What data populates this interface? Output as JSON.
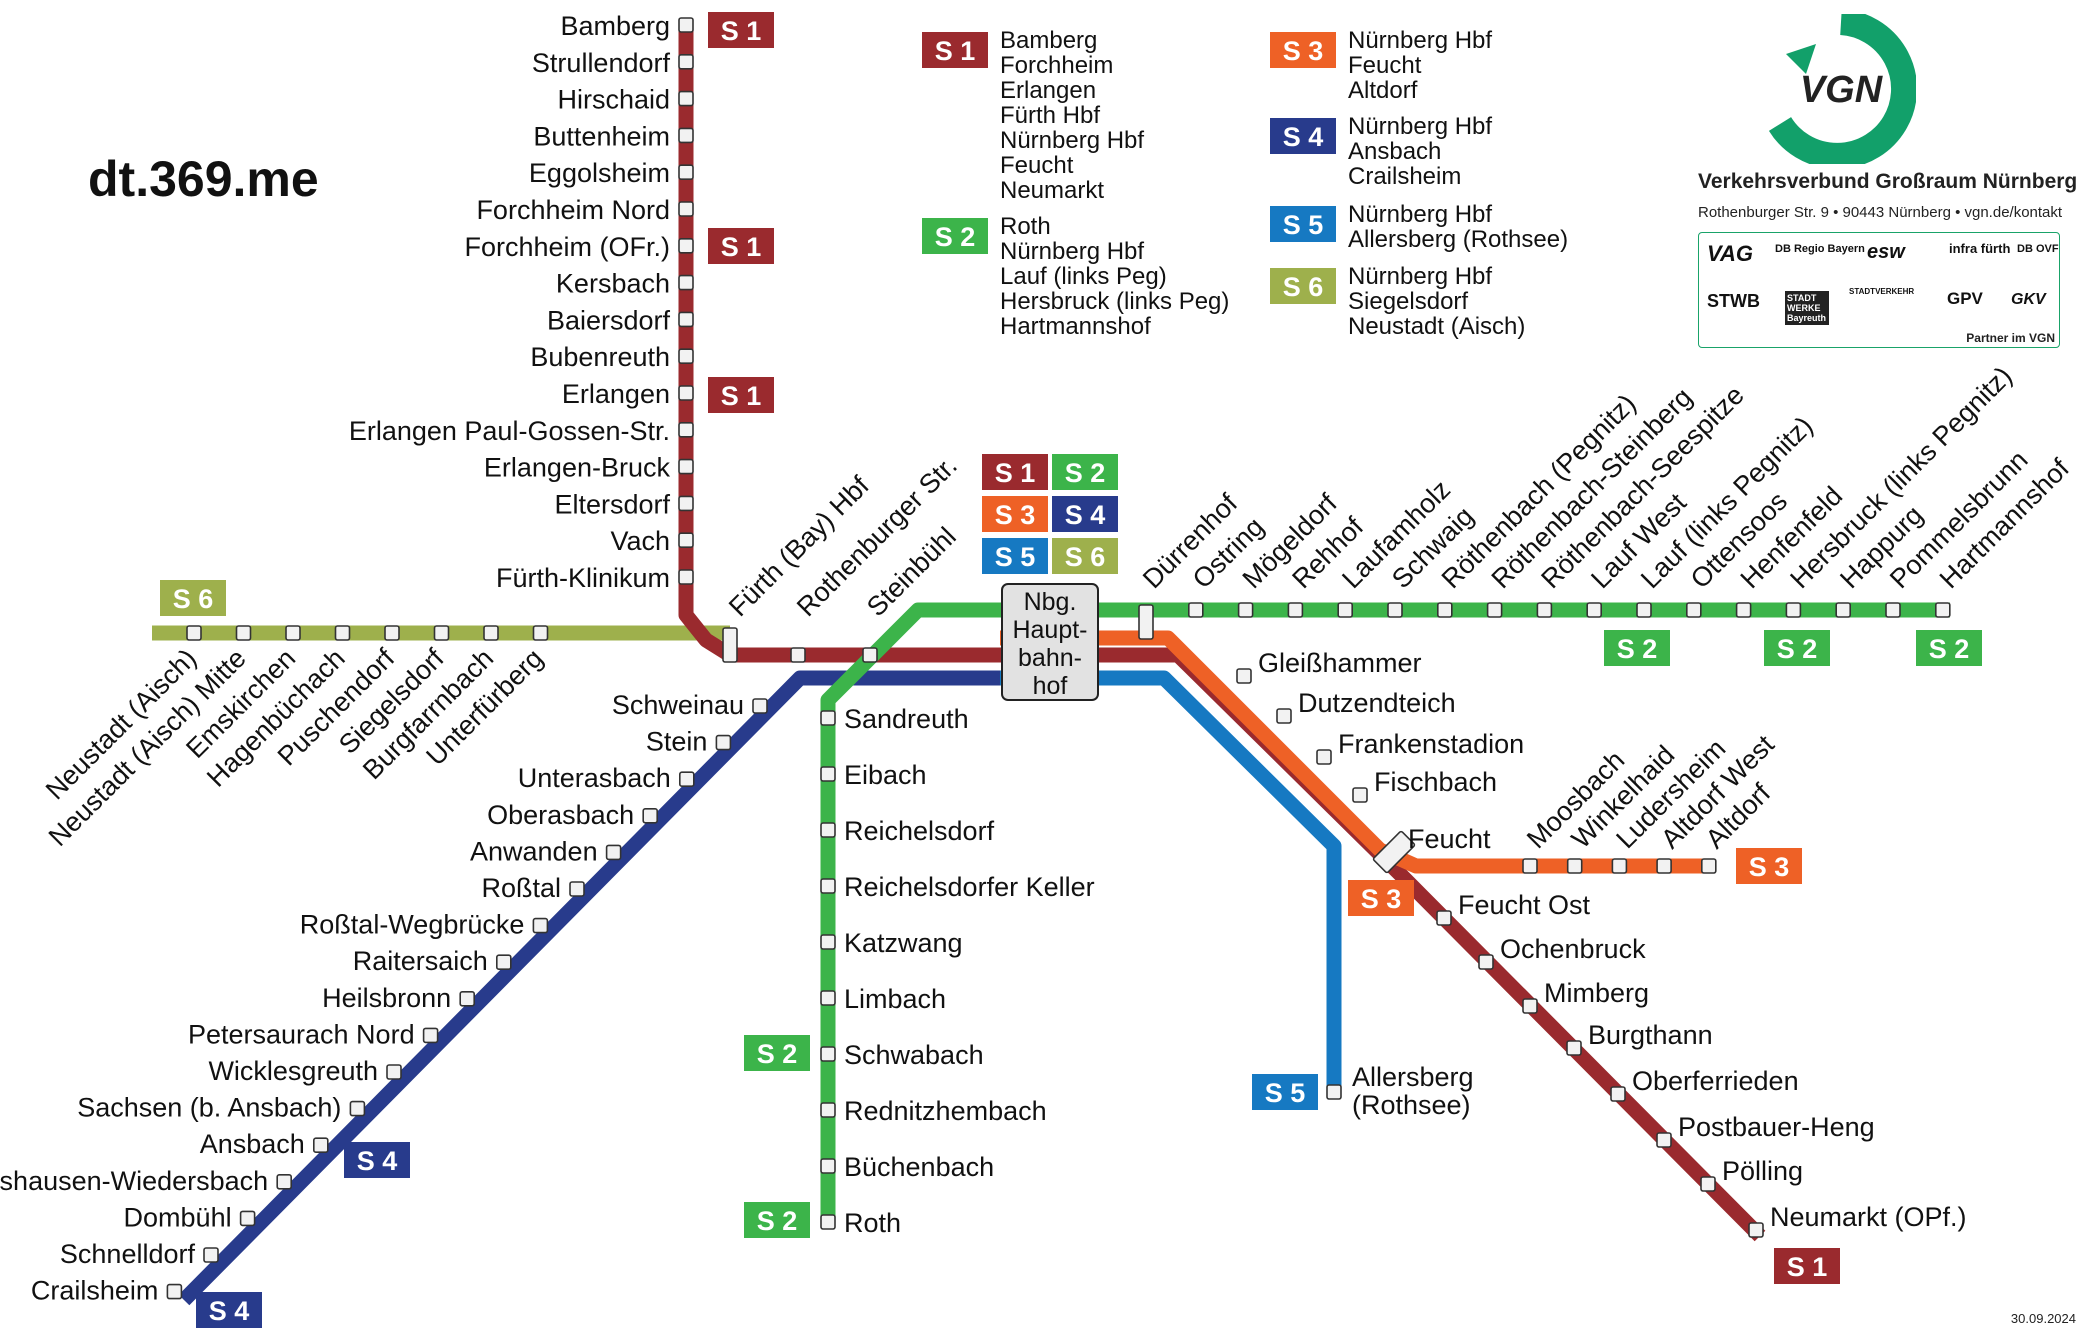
{
  "watermark": "dt.369.me",
  "date": "30.09.2024",
  "colors": {
    "S1": "#9a2a2e",
    "S2": "#3cb44a",
    "S3": "#ee6126",
    "S4": "#283b8c",
    "S5": "#1679c2",
    "S6": "#9eb04c"
  },
  "lines": [
    {
      "id": "S1",
      "label": "S 1",
      "stops": [
        "Bamberg",
        "Forchheim",
        "Erlangen",
        "Fürth Hbf",
        "Nürnberg Hbf",
        "Feucht",
        "Neumarkt"
      ]
    },
    {
      "id": "S2",
      "label": "S 2",
      "stops": [
        "Roth",
        "Nürnberg Hbf",
        "Lauf (links Peg)",
        "Hersbruck (links Peg)",
        "Hartmannshof"
      ]
    },
    {
      "id": "S3",
      "label": "S 3",
      "stops": [
        "Nürnberg Hbf",
        "Feucht",
        "Altdorf"
      ]
    },
    {
      "id": "S4",
      "label": "S 4",
      "stops": [
        "Nürnberg Hbf",
        "Ansbach",
        "Crailsheim"
      ]
    },
    {
      "id": "S5",
      "label": "S 5",
      "stops": [
        "Nürnberg Hbf",
        "Allersberg (Rothsee)"
      ]
    },
    {
      "id": "S6",
      "label": "S 6",
      "stops": [
        "Nürnberg Hbf",
        "Siegelsdorf",
        "Neustadt (Aisch)"
      ]
    }
  ],
  "hub": {
    "lines": [
      "Nbg.",
      "Haupt-",
      "bahn-",
      "hof"
    ]
  },
  "stations": {
    "s1_north": [
      "Bamberg",
      "Strullendorf",
      "Hirschaid",
      "Buttenheim",
      "Eggolsheim",
      "Forchheim Nord",
      "Forchheim (OFr.)",
      "Kersbach",
      "Baiersdorf",
      "Bubenreuth",
      "Erlangen",
      "Erlangen Paul-Gossen-Str.",
      "Erlangen-Bruck",
      "Eltersdorf",
      "Vach",
      "Fürth-Klinikum"
    ],
    "central": [
      "Fürth (Bay) Hbf",
      "Rothenburger Str.",
      "Steinbühl"
    ],
    "s6_west": [
      "Neustadt (Aisch)",
      "Neustadt (Aisch) Mitte",
      "Emskirchen",
      "Hagenbüchach",
      "Puschendorf",
      "Siegelsdorf",
      "Burgfarrnbach",
      "Unterfürberg"
    ],
    "s4_sw": [
      "Schweinau",
      "Stein",
      "Unterasbach",
      "Oberasbach",
      "Anwanden",
      "Roßtal",
      "Roßtal-Wegbrücke",
      "Raitersaich",
      "Heilsbronn",
      "Petersaurach Nord",
      "Wicklesgreuth",
      "Sachsen (b. Ansbach)",
      "Ansbach",
      "Leutershausen-Wiedersbach",
      "Dombühl",
      "Schnelldorf",
      "Crailsheim"
    ],
    "s2_south": [
      "Sandreuth",
      "Eibach",
      "Reichelsdorf",
      "Reichelsdorfer Keller",
      "Katzwang",
      "Limbach",
      "Schwabach",
      "Rednitzhembach",
      "Büchenbach",
      "Roth"
    ],
    "s2_east": [
      "Dürrenhof",
      "Ostring",
      "Mögeldorf",
      "Rehhof",
      "Laufamholz",
      "Schwaig",
      "Röthenbach (Pegnitz)",
      "Röthenbach-Steinberg",
      "Röthenbach-Seespitze",
      "Lauf West",
      "Lauf (links Pegnitz)",
      "Ottensoos",
      "Henfenfeld",
      "Hersbruck (links Pegnitz)",
      "Happurg",
      "Pommelsbrunn",
      "Hartmannshof"
    ],
    "s1_se": [
      "Gleißhammer",
      "Dutzendteich",
      "Frankenstadion",
      "Fischbach",
      "Feucht",
      "Feucht Ost",
      "Ochenbruck",
      "Mimberg",
      "Burgthann",
      "Oberferrieden",
      "Postbauer-Heng",
      "Pölling",
      "Neumarkt (OPf.)"
    ],
    "s3_east": [
      "Moosbach",
      "Winkelhaid",
      "Ludersheim",
      "Altdorf West",
      "Altdorf"
    ],
    "s5_south": [
      "Allersberg",
      "(Rothsee)"
    ]
  },
  "vgn": {
    "logo_text": "VGN",
    "title": "Verkehrsverbund Großraum Nürnberg",
    "address": "Rothenburger Str. 9 • 90443 Nürnberg • vgn.de/kontakt",
    "partners": [
      "VAG",
      "DB Regio Bayern",
      "esw",
      "infra fürth",
      "DB OVF",
      "STWB",
      "STADT WERKE Bayreuth",
      "STADTVERKEHR",
      "GPV",
      "GKV"
    ],
    "partner_note": "Partner im VGN"
  }
}
